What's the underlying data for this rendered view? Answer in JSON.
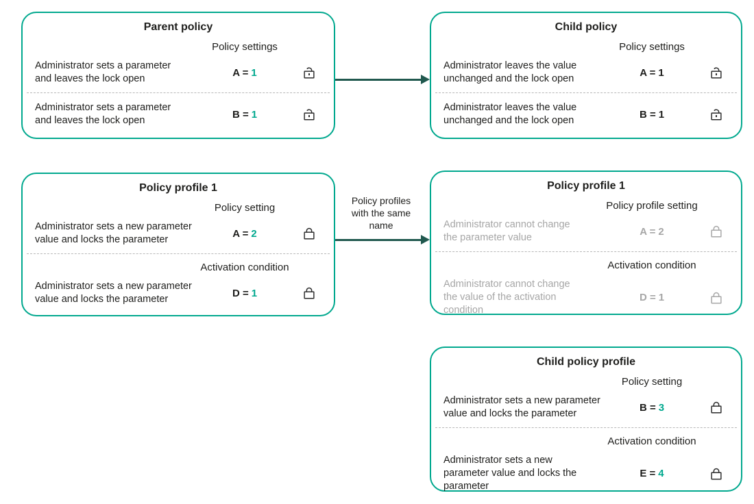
{
  "diagram": {
    "colors": {
      "box_border": "#00A88E",
      "accent_number": "#00A88E",
      "arrow": "#20584E",
      "muted_text": "#A6A6A6",
      "text": "#1D1D1B",
      "divider": "#B8B8B8"
    },
    "boxes": [
      {
        "id": "parent-policy",
        "title": "Parent policy",
        "muted": false,
        "sections": [
          {
            "label": "Policy settings",
            "description": "Administrator sets a parameter\nand leaves the lock open",
            "param": "A =",
            "number": "1",
            "number_accent": true,
            "lock": "open",
            "lock_closed": false
          },
          {
            "label": "",
            "description": "Administrator sets a parameter\nand leaves the lock open",
            "param": "B =",
            "number": "1",
            "number_accent": true,
            "lock": "open",
            "lock_closed": false
          }
        ]
      },
      {
        "id": "child-policy",
        "title": "Child policy",
        "muted": false,
        "sections": [
          {
            "label": "Policy settings",
            "description": "Administrator leaves the value\nunchanged and the lock open",
            "param": "A =",
            "number": "1",
            "number_accent": false,
            "lock": "open",
            "lock_closed": false
          },
          {
            "label": "",
            "description": "Administrator leaves the value\nunchanged and the lock open",
            "param": "B =",
            "number": "1",
            "number_accent": false,
            "lock": "open",
            "lock_closed": false
          }
        ]
      },
      {
        "id": "policy-profile-1",
        "title": "Policy profile 1",
        "muted": false,
        "sections": [
          {
            "label": "Policy setting",
            "description": "Administrator sets a new parameter\nvalue and locks the parameter",
            "param": "A =",
            "number": "2",
            "number_accent": true,
            "lock": "closed",
            "lock_closed": true
          },
          {
            "label": "Activation condition",
            "description": "Administrator sets a new parameter\nvalue and locks the parameter",
            "param": "D =",
            "number": "1",
            "number_accent": true,
            "lock": "closed",
            "lock_closed": true
          }
        ]
      },
      {
        "id": "policy-profile-1-child",
        "title": "Policy profile 1",
        "muted": true,
        "sections": [
          {
            "label": "Policy profile setting",
            "description": "Administrator cannot change\nthe parameter value",
            "param": "A =",
            "number": "2",
            "number_accent": false,
            "lock": "closed",
            "lock_closed": true
          },
          {
            "label": "Activation condition",
            "description": "Administrator cannot change\nthe value of the activation\ncondition",
            "param": "D =",
            "number": "1",
            "number_accent": false,
            "lock": "closed",
            "lock_closed": true
          }
        ]
      },
      {
        "id": "child-policy-profile",
        "title": "Child policy profile",
        "muted": false,
        "sections": [
          {
            "label": "Policy setting",
            "description": "Administrator sets a new parameter\nvalue and locks the parameter",
            "param": "B =",
            "number": "3",
            "number_accent": true,
            "lock": "closed",
            "lock_closed": true
          },
          {
            "label": "Activation condition",
            "description": "Administrator sets a new\nparameter value and locks the\nparameter",
            "param": "E =",
            "number": "4",
            "number_accent": true,
            "lock": "closed",
            "lock_closed": true
          }
        ]
      }
    ],
    "arrows": [
      {
        "id": "parent-to-child",
        "label": ""
      },
      {
        "id": "profile-to-profile",
        "label": "Policy profiles\nwith the same\nname"
      }
    ]
  }
}
